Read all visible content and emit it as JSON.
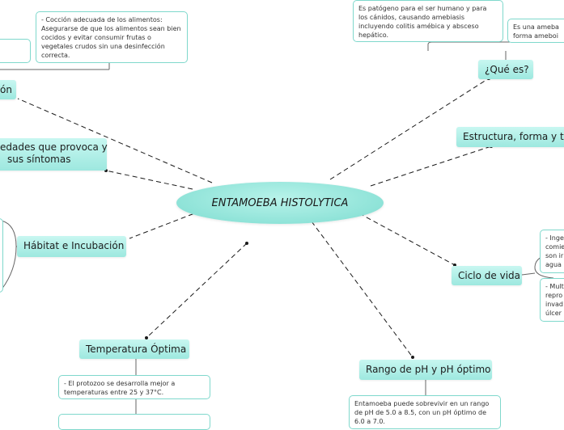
{
  "central": "ENTAMOEBA HISTOLYTICA",
  "branches": {
    "que_es": "¿Qué es?",
    "estructura": "Estructura, forma y tam",
    "ciclo": "Ciclo de vida",
    "rango_ph": "Rango de pH y pH óptimo",
    "temperatura": "Temperatura Óptima",
    "habitat": "Hábitat e Incubación",
    "enfermedades_line1": "edades que provoca y",
    "enfermedades_line2": "sus síntomas",
    "prevencion": "ón"
  },
  "notes": {
    "coccion": "- Cocción adecuada de los alimentos: Asegurarse de que los alimentos sean bien cocidos y evitar consumir frutas o vegetales crudos sin una desinfección correcta.",
    "patogeno": "Es patógeno para el ser humano y para los cánidos, causando amebiasis incluyendo colitis amébica y absceso hepático.",
    "ameba": "Es una ameba forma ameboi",
    "ingestion": "- Inge comie son ir agua",
    "multiplicacion": "- Mult repro invad úlcer",
    "temp_text": "- El protozoo se desarrolla mejor a temperaturas entre 25 y 37°C.",
    "ph_text": "Entamoeba puede sobrevivir en un rango de pH de 5.0 a 8.5, con un pH óptimo de 6.0 a 7.0."
  },
  "colors": {
    "topic": "#a6ebe2",
    "border": "#7fd8cc",
    "line": "#1a1a1a"
  }
}
